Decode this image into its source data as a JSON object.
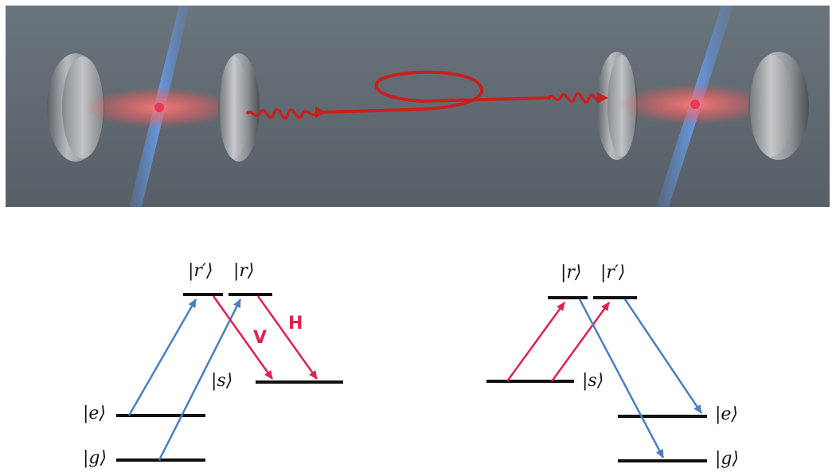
{
  "left_scheme": {
    "levels": {
      "r_prime": "|r′⟩",
      "r": "|r⟩",
      "s": "|s⟩",
      "e": "|e⟩",
      "g": "|g⟩"
    },
    "polarizations": {
      "v": "V",
      "h": "H"
    }
  },
  "right_scheme": {
    "levels": {
      "r": "|r⟩",
      "r_prime": "|r′⟩",
      "s": "|s⟩",
      "e": "|e⟩",
      "g": "|g⟩"
    }
  },
  "colors": {
    "pump_arrow": "#4a7fc0",
    "emission_arrow": "#e0204f",
    "level_line": "#111111",
    "scene_background": "#5d6770",
    "laser_beam": "#5a8ee0",
    "photon_fiber": "#c8201c",
    "cavity_mode": "#ff6a6a"
  }
}
